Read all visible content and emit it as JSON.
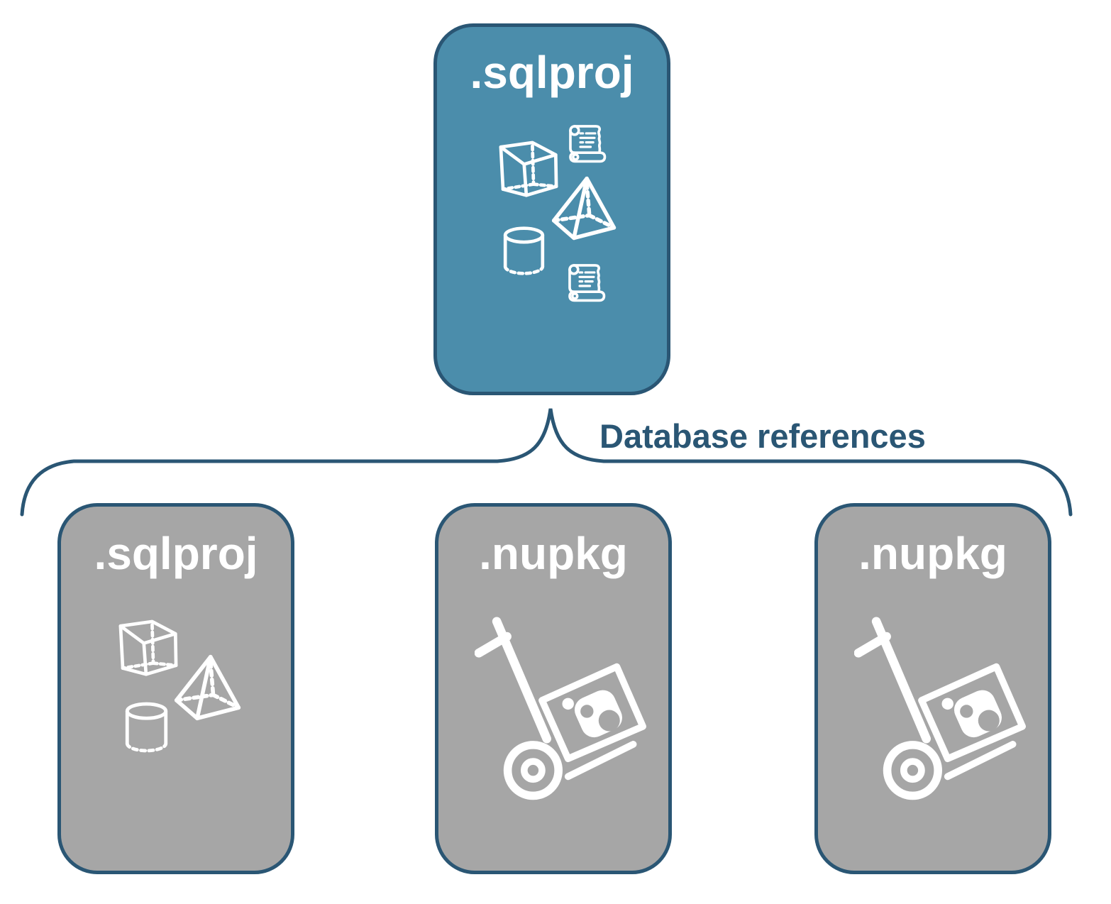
{
  "diagram": {
    "connector_label": "Database references",
    "cards": {
      "top": {
        "label": ".sqlproj",
        "icons": [
          "scroll-icon",
          "cube-icon",
          "pyramid-icon",
          "cylinder-icon",
          "scroll-icon"
        ]
      },
      "bottom": [
        {
          "label": ".sqlproj",
          "icons": [
            "cube-icon",
            "pyramid-icon",
            "cylinder-icon"
          ]
        },
        {
          "label": ".nupkg",
          "icons": [
            "nuget-hand-truck-icon"
          ]
        },
        {
          "label": ".nupkg",
          "icons": [
            "nuget-hand-truck-icon"
          ]
        }
      ]
    },
    "colors": {
      "accent_teal": "#4B8DAB",
      "card_gray": "#A6A6A6",
      "navy": "#2A5674",
      "icon_white": "#FFFFFF",
      "background": "#FFFFFF"
    }
  }
}
